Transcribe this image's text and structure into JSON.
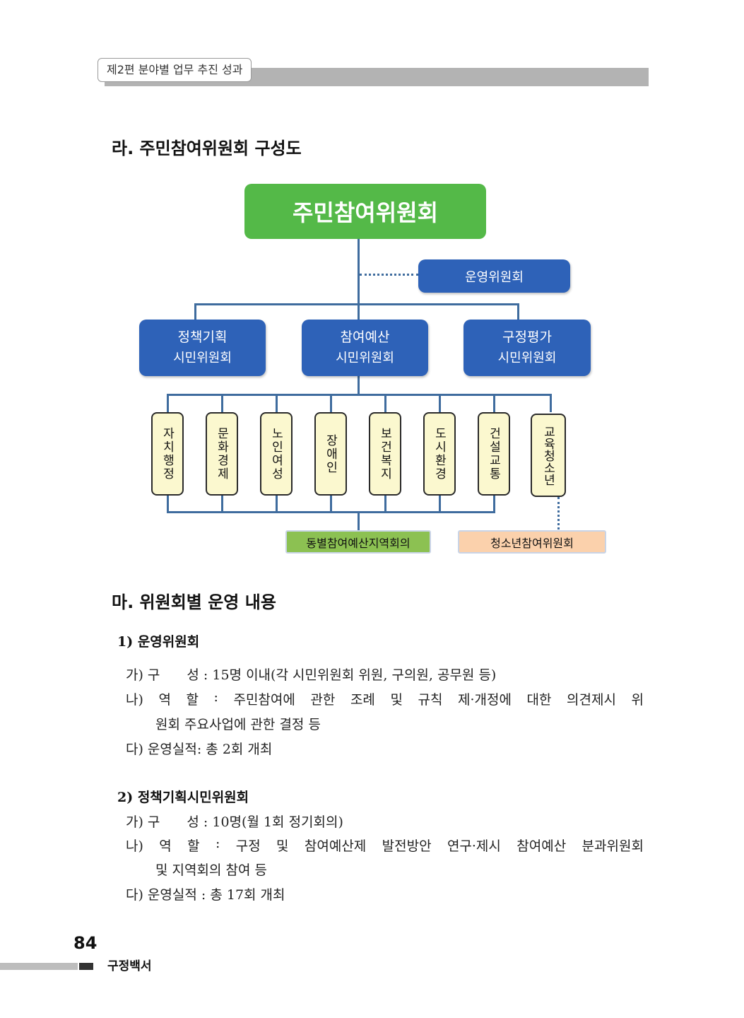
{
  "header": {
    "section_label": "제2편 분야별 업무 추진 성과"
  },
  "section_ra": {
    "title": "라. 주민참여위원회 구성도"
  },
  "org_chart": {
    "top": "주민참여위원회",
    "operating": "운영위원회",
    "committees": [
      {
        "line1": "정책기획",
        "line2": "시민위원회"
      },
      {
        "line1": "참여예산",
        "line2": "시민위원회"
      },
      {
        "line1": "구정평가",
        "line2": "시민위원회"
      }
    ],
    "subcommittees": [
      "자치행정",
      "문화경제",
      "노인여성",
      "장애인",
      "보건복지",
      "도시환경",
      "건설교통",
      "교육청소년"
    ],
    "dong_council": "동별참여예산지역회의",
    "youth_council": "청소년참여위원회"
  },
  "section_ma": {
    "title": "마. 위원회별 운영 내용",
    "sub1": {
      "title": "1) 운영위원회",
      "ga": "가) 구　　성 : 15명 이내(각 시민위원회 위원, 구의원, 공무원 등)",
      "na_words": [
        "나)",
        "역",
        "할",
        ":",
        "주민참여에",
        "관한",
        "조례",
        "및",
        "규칙",
        "제·개정에",
        "대한",
        "의견제시",
        "위"
      ],
      "na_cont": "원회 주요사업에 관한 결정 등",
      "da": "다) 운영실적: 총 2회 개최"
    },
    "sub2": {
      "title": "2) 정책기획시민위원회",
      "ga": "가) 구　　성 : 10명(월 1회 정기회의)",
      "na_words": [
        "나)",
        "역",
        "할",
        ":",
        "구정",
        "및",
        "참여예산제",
        "발전방안",
        "연구·제시",
        "참여예산",
        "분과위원회"
      ],
      "na_cont": "및 지역회의 참여 등",
      "da": "다) 운영실적 : 총 17회 개최"
    }
  },
  "footer": {
    "page_number": "84",
    "book_title": "구정백서"
  }
}
